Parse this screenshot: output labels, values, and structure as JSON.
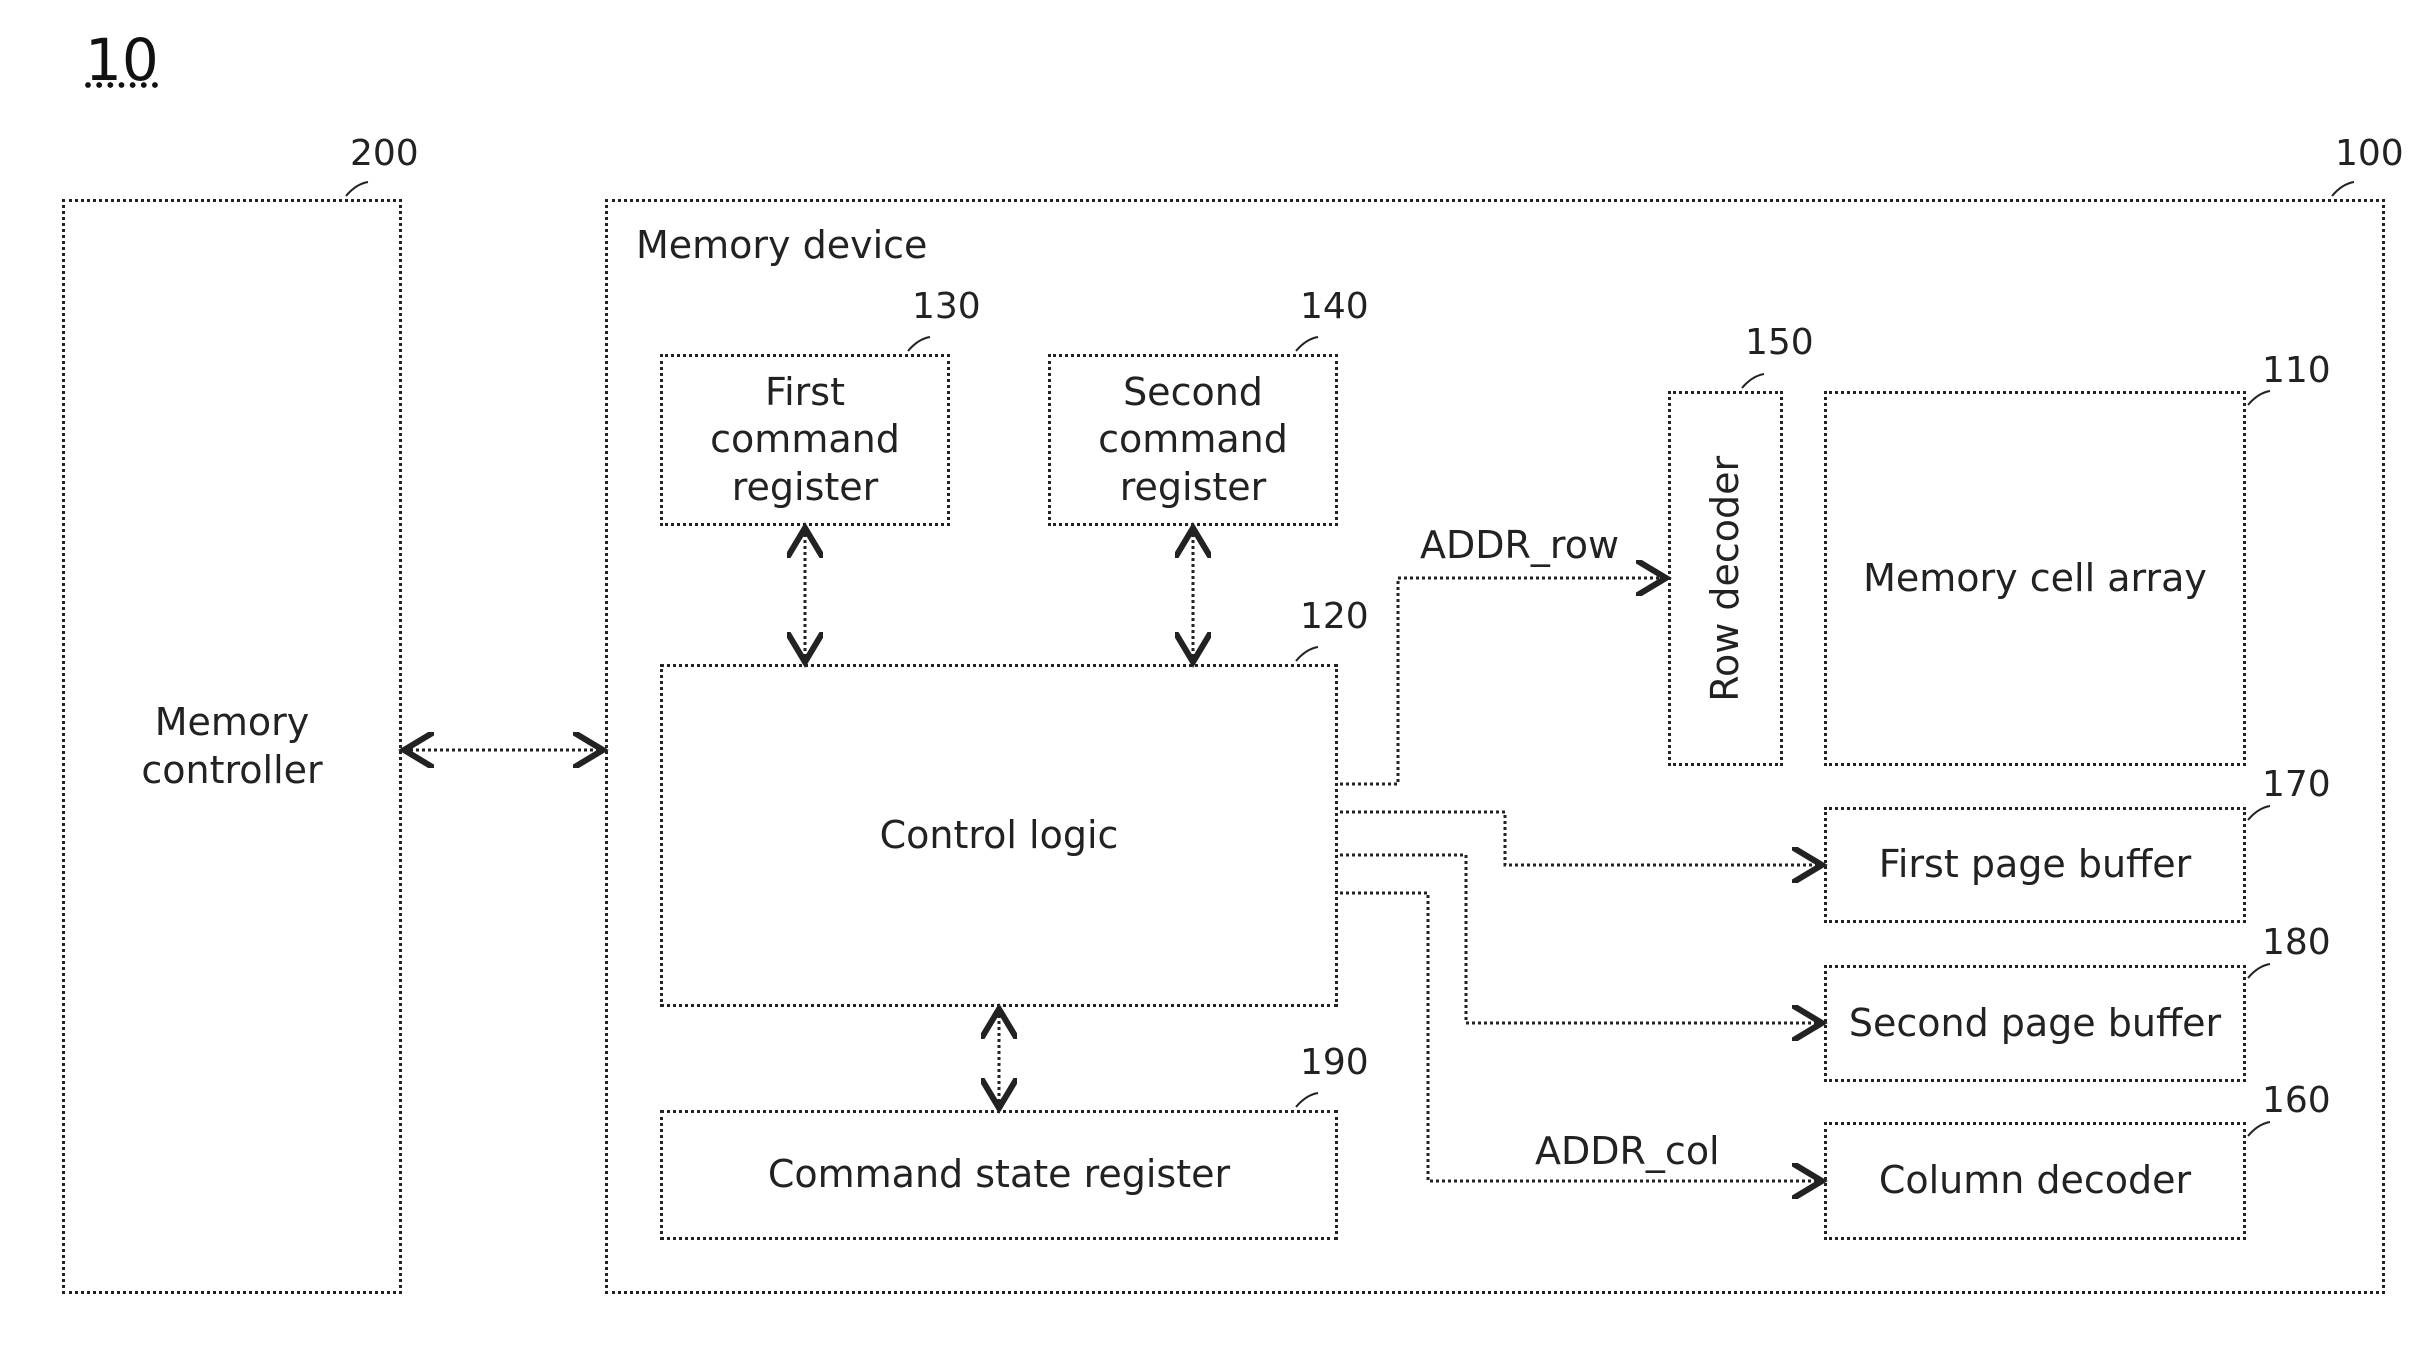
{
  "figure": {
    "number": "10"
  },
  "blocks": {
    "memory_controller": {
      "label": "Memory controller",
      "ref": "200"
    },
    "memory_device": {
      "label": "Memory device",
      "ref": "100"
    },
    "first_command_register": {
      "label": "First command register",
      "ref": "130"
    },
    "second_command_register": {
      "label": "Second command register",
      "ref": "140"
    },
    "control_logic": {
      "label": "Control logic",
      "ref": "120"
    },
    "command_state_register": {
      "label": "Command state register",
      "ref": "190"
    },
    "row_decoder": {
      "label": "Row decoder",
      "ref": "150"
    },
    "memory_cell_array": {
      "label": "Memory cell array",
      "ref": "110"
    },
    "first_page_buffer": {
      "label": "First page buffer",
      "ref": "170"
    },
    "second_page_buffer": {
      "label": "Second page buffer",
      "ref": "180"
    },
    "column_decoder": {
      "label": "Column decoder",
      "ref": "160"
    }
  },
  "signals": {
    "addr_row": "ADDR_row",
    "addr_col": "ADDR_col"
  }
}
